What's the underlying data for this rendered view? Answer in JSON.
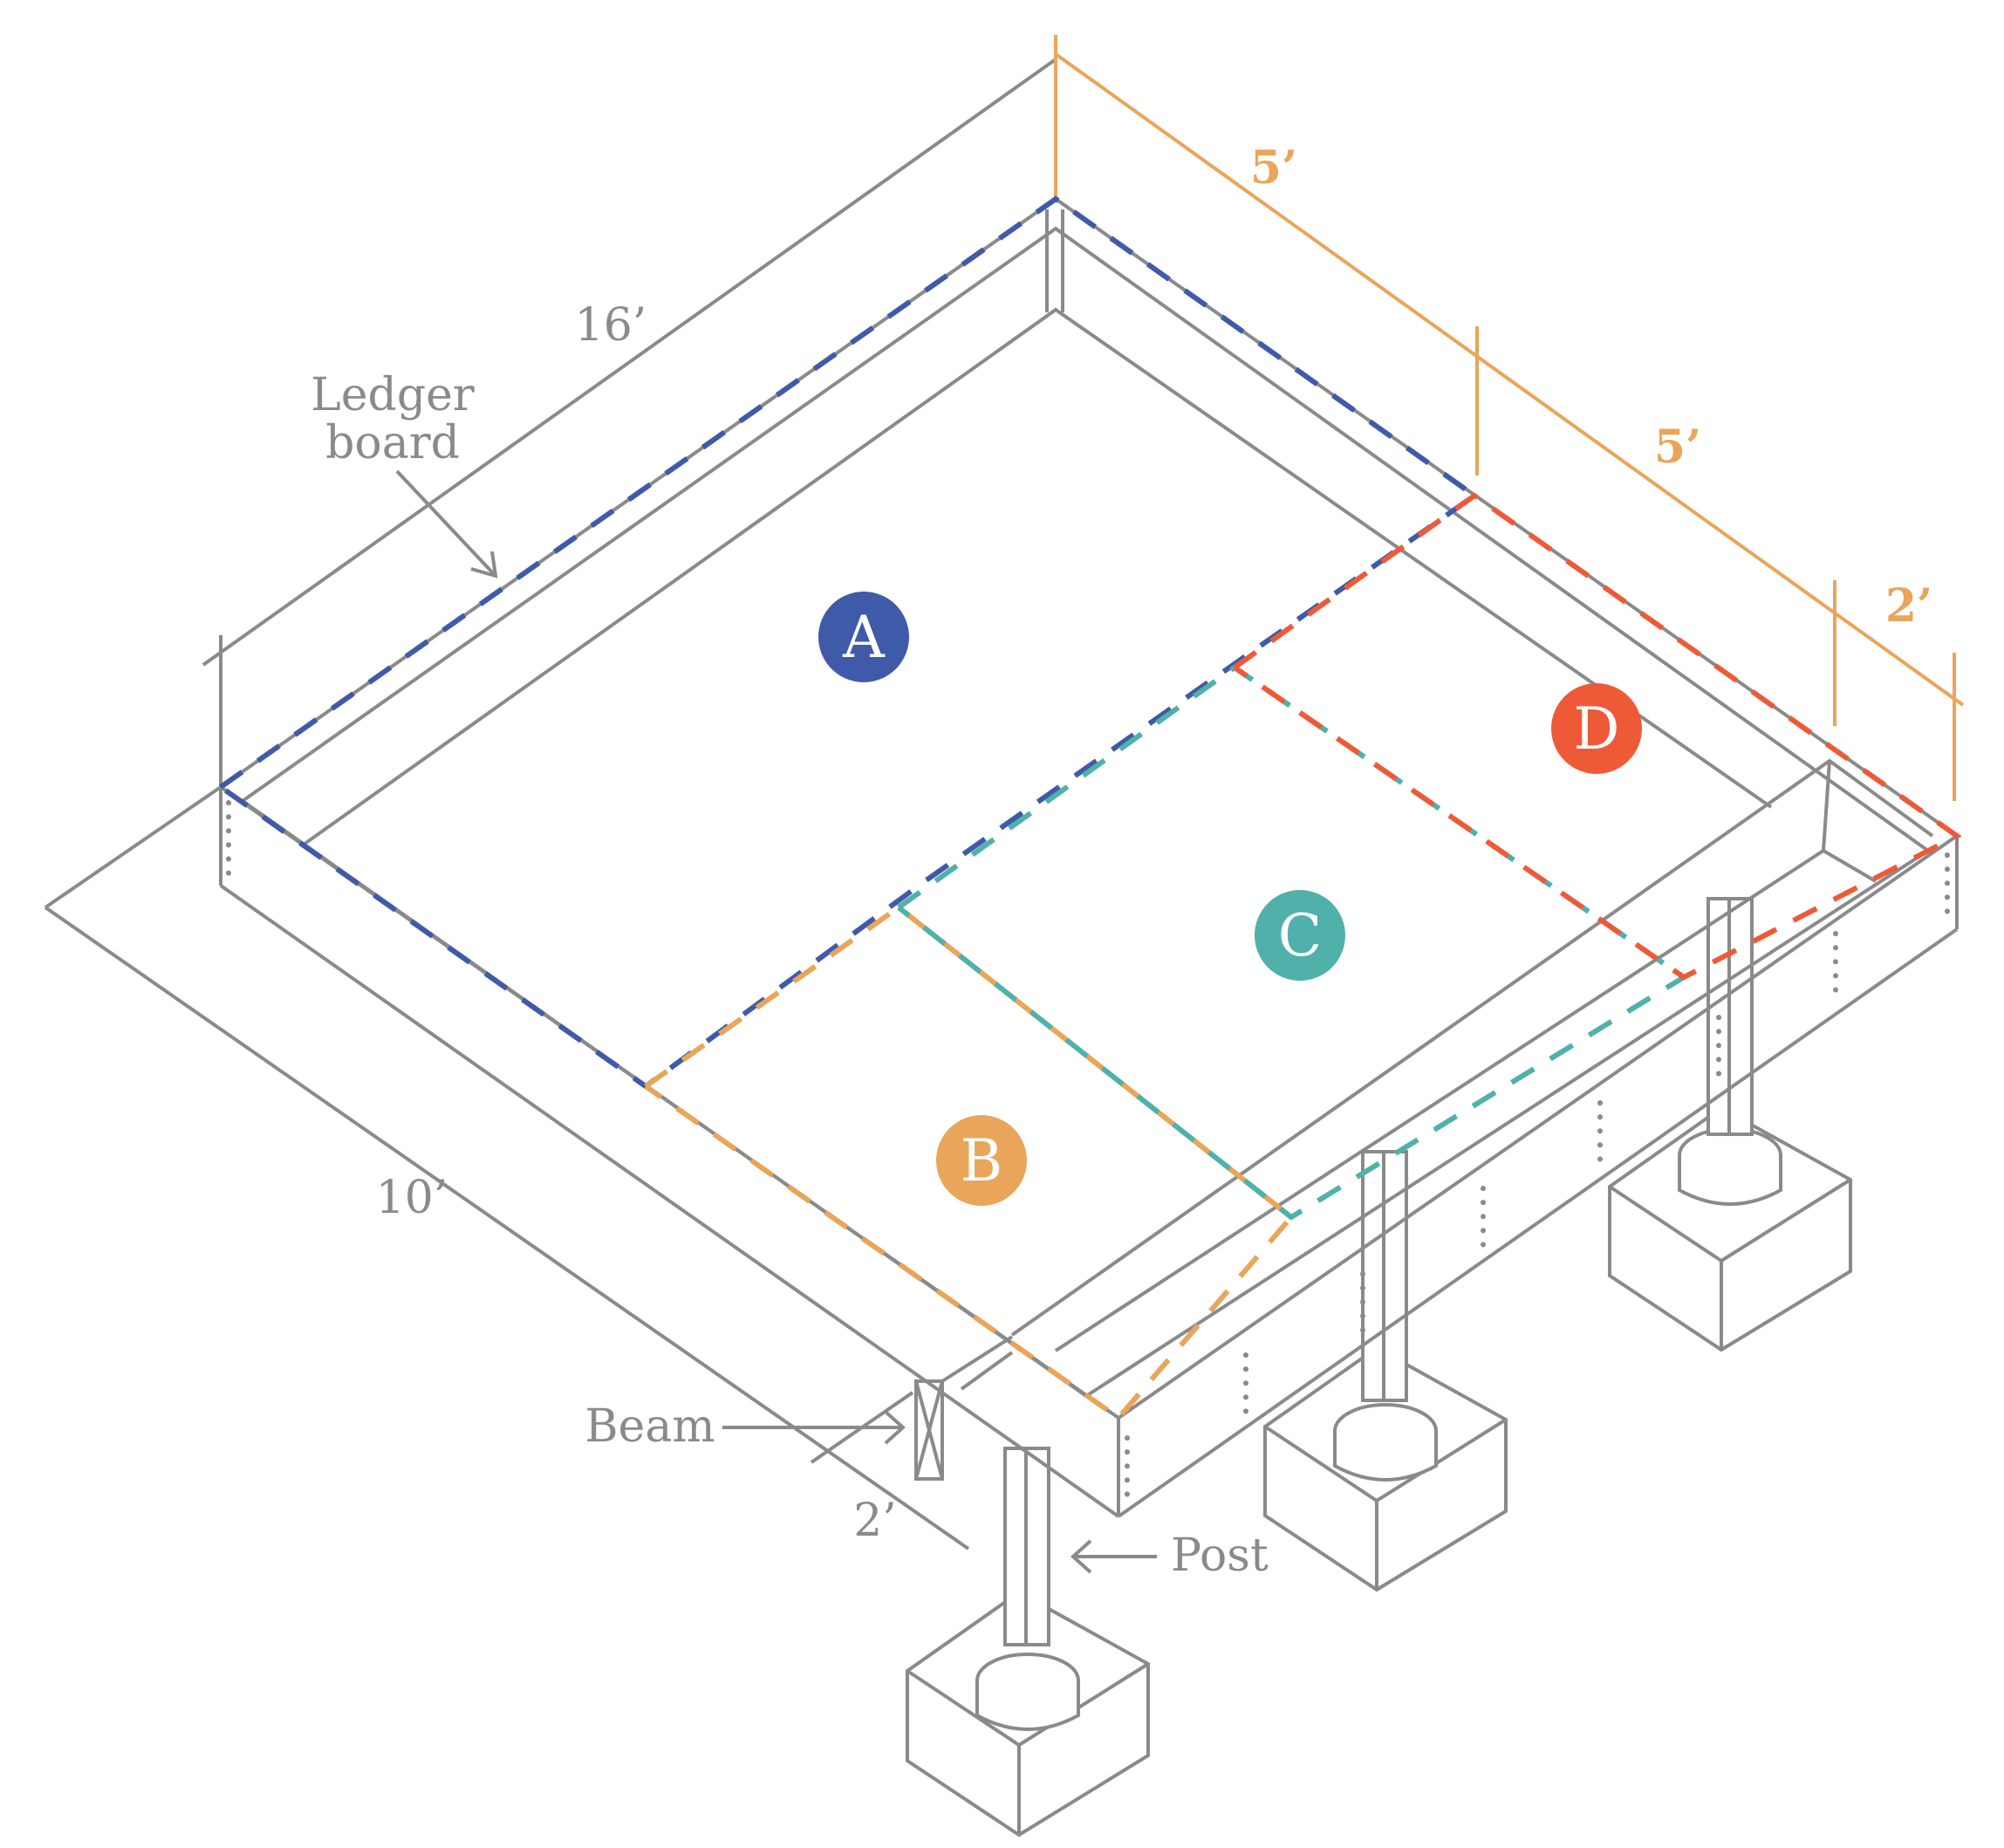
{
  "colors": {
    "line": "#8a8a8a",
    "dim_orange": "#e9a55a",
    "section_a": "#3f5aa8",
    "section_b": "#e9a55a",
    "section_c": "#4fb1a9",
    "section_d": "#ee5a37"
  },
  "dimensions": {
    "length_16": "16’",
    "width_10": "10’",
    "overhang_2_front": "2’",
    "span_5_first": "5’",
    "span_5_second": "5’",
    "overhang_2_right": "2’"
  },
  "callouts": {
    "ledger_line1": "Ledger",
    "ledger_line2": "board",
    "beam": "Beam",
    "post": "Post"
  },
  "sections": [
    {
      "letter": "A",
      "color": "#3f5aa8"
    },
    {
      "letter": "B",
      "color": "#e9a55a"
    },
    {
      "letter": "C",
      "color": "#4fb1a9"
    },
    {
      "letter": "D",
      "color": "#ee5a37"
    }
  ]
}
